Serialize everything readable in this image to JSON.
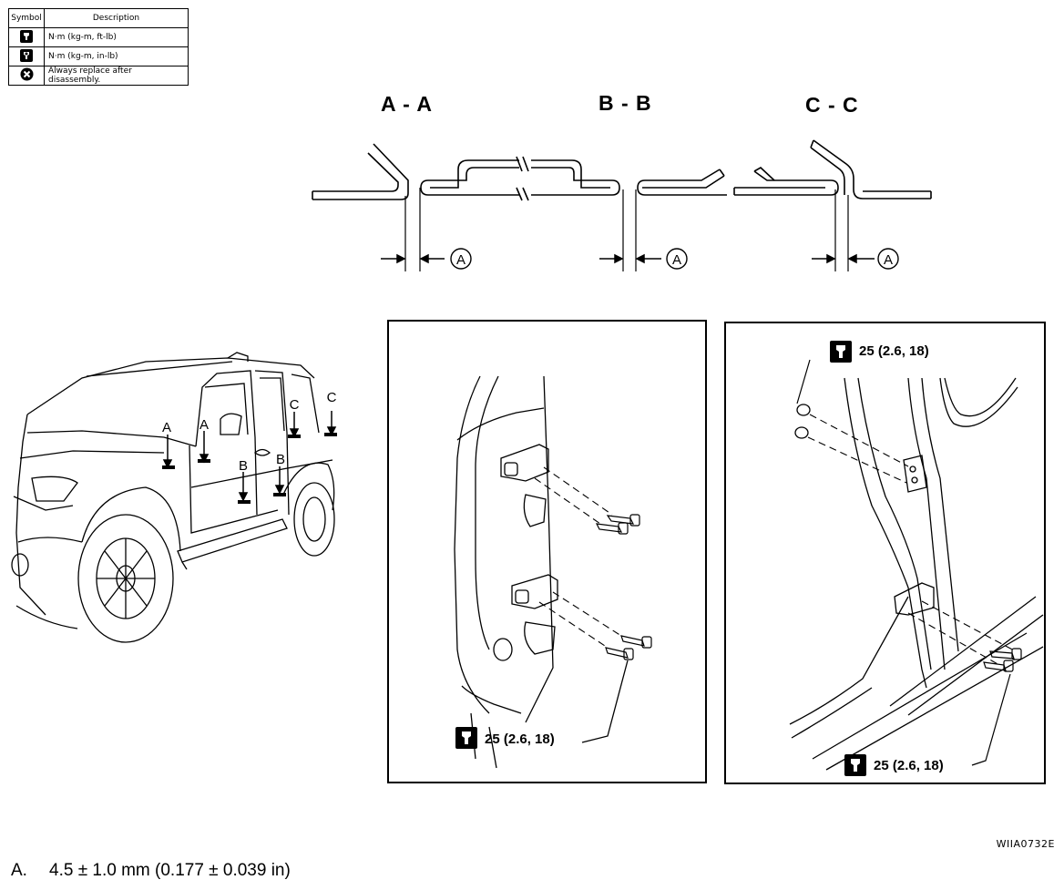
{
  "legend": {
    "header_symbol": "Symbol",
    "header_description": "Description",
    "rows": [
      {
        "icon": "torque-wrench-ftlb-icon",
        "description": "N·m (kg-m, ft-lb)"
      },
      {
        "icon": "torque-wrench-inlb-icon",
        "description": "N·m (kg-m, in-lb)"
      },
      {
        "icon": "replace-part-icon",
        "description": "Always replace after disassembly."
      }
    ]
  },
  "sections": {
    "aa": "A - A",
    "bb": "B - B",
    "cc": "C - C",
    "clearance_label": "A"
  },
  "vehicle_markers": {
    "a": "A",
    "b": "B",
    "c": "C"
  },
  "panels": {
    "front_hinge_torque": "25 (2.6, 18)",
    "rear_hinge_top_torque": "25 (2.6, 18)",
    "rear_hinge_bottom_torque": "25 (2.6, 18)"
  },
  "diagram_code": "WIIA0732E",
  "footnote": {
    "key": "A.",
    "text": "4.5 ± 1.0 mm (0.177 ± 0.039 in)"
  }
}
